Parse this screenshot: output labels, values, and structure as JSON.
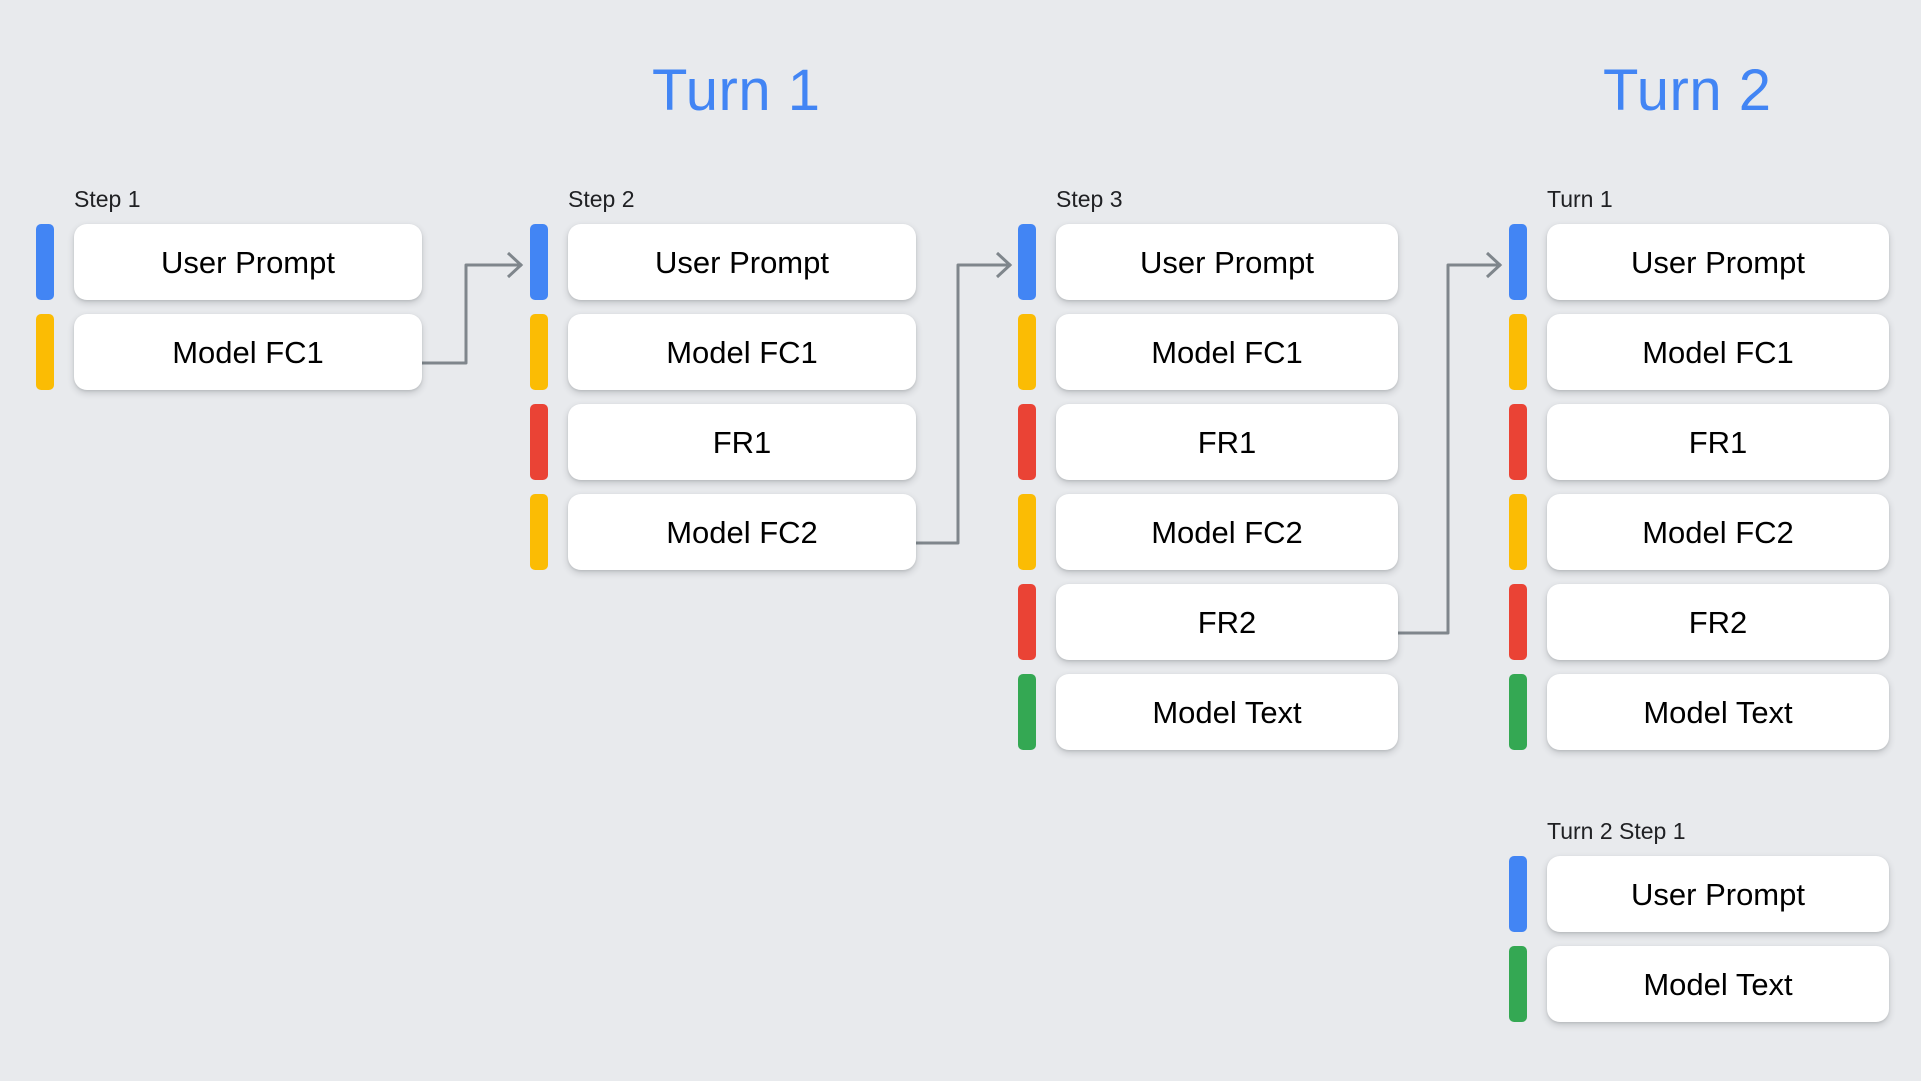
{
  "background_color": "#e8eaed",
  "palette": {
    "blue": "#4285f4",
    "yellow": "#fbbc04",
    "red": "#ea4335",
    "green": "#34a853",
    "connector": "#7f868c",
    "card": "#ffffff",
    "text": "#000000"
  },
  "titles": {
    "turn1": "Turn 1",
    "turn2": "Turn 2"
  },
  "columns": {
    "step1": {
      "label": "Step 1",
      "rows": [
        {
          "color": "blue",
          "label": "User Prompt"
        },
        {
          "color": "yellow",
          "label": "Model FC1"
        }
      ]
    },
    "step2": {
      "label": "Step 2",
      "rows": [
        {
          "color": "blue",
          "label": "User Prompt"
        },
        {
          "color": "yellow",
          "label": "Model FC1"
        },
        {
          "color": "red",
          "label": "FR1"
        },
        {
          "color": "yellow",
          "label": "Model FC2"
        }
      ]
    },
    "step3": {
      "label": "Step 3",
      "rows": [
        {
          "color": "blue",
          "label": "User Prompt"
        },
        {
          "color": "yellow",
          "label": "Model FC1"
        },
        {
          "color": "red",
          "label": "FR1"
        },
        {
          "color": "yellow",
          "label": "Model FC2"
        },
        {
          "color": "red",
          "label": "FR2"
        },
        {
          "color": "green",
          "label": "Model Text"
        }
      ]
    },
    "turn1": {
      "label": "Turn 1",
      "rows": [
        {
          "color": "blue",
          "label": "User Prompt"
        },
        {
          "color": "yellow",
          "label": "Model FC1"
        },
        {
          "color": "red",
          "label": "FR1"
        },
        {
          "color": "yellow",
          "label": "Model FC2"
        },
        {
          "color": "red",
          "label": "FR2"
        },
        {
          "color": "green",
          "label": "Model Text"
        }
      ]
    },
    "turn2step1": {
      "label": "Turn 2 Step 1",
      "rows": [
        {
          "color": "blue",
          "label": "User Prompt"
        },
        {
          "color": "green",
          "label": "Model Text"
        }
      ]
    }
  },
  "connectors": [
    {
      "from": "step1.Model FC1",
      "to": "step2.User Prompt"
    },
    {
      "from": "step2.Model FC2",
      "to": "step3.User Prompt"
    },
    {
      "from": "step3.FR2",
      "to": "turn1.User Prompt"
    }
  ]
}
